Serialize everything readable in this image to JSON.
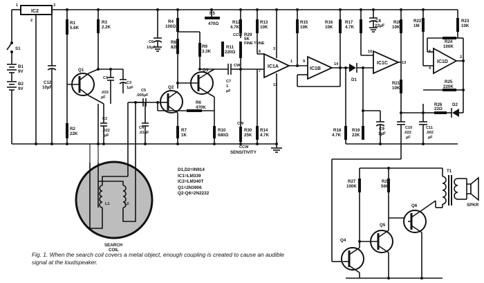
{
  "figure": {
    "caption": "Fig. 1. When the search coil covers a metal object, enough coupling is created to cause an audible signal at the loudspeaker."
  },
  "parts_notes": [
    "D1,D2=IN914",
    "IC1=LM339",
    "IC2=LM340T",
    "Q1=2N3906",
    "Q2-Q6=2N2222"
  ],
  "ics": {
    "ic2": "IC2",
    "ic1a": "IC1A",
    "ic1b": "IC1B",
    "ic1c": "IC1C",
    "ic1d": "IC1D"
  },
  "pins": {
    "ic2_in": "1",
    "ic2_gnd": "2",
    "ic2_out": "3",
    "a_pos": "6",
    "a_neg": "7",
    "a_out": "1",
    "a_vp": "3",
    "a_vm": "12",
    "b_in": "9",
    "b_out": "14",
    "c_in": "10",
    "c_out": "13",
    "d_in": "5",
    "d_in2": "4",
    "d_out": "2"
  },
  "battery": {
    "s1": "S1",
    "b1": "B1",
    "b1v": "9V",
    "b2": "B2",
    "b2v": "9V"
  },
  "resistors": {
    "r1": "R1",
    "r1v": "5.6K",
    "r2": "R2",
    "r2v": "22K",
    "r3": "R3",
    "r3v": "2.2K",
    "r4": "R4",
    "r4v": "100Ω",
    "r5": "R5",
    "r5v": "470Ω",
    "r6": "R6",
    "r6v": "470K",
    "r7": "R7",
    "r7v": "1K",
    "r8": "R8",
    "r8v": "82K",
    "r9": "R9",
    "r9v": "3.3K",
    "r10": "R10",
    "r10v": "680Ω",
    "r11": "R11",
    "r11v": "220Ω",
    "r12": "R12",
    "r12v": "4.7K",
    "r13": "R13",
    "r13v": "10K",
    "r14": "R14",
    "r14v": "4.7K",
    "r15": "R15",
    "r15v": "10K",
    "r16": "R16",
    "r16v": "10K",
    "r17": "R17",
    "r17v": "4.7K",
    "r18": "R18",
    "r18v": "4.7K",
    "r19": "R19",
    "r19v": "22K",
    "r20": "R20",
    "r20v": "10K",
    "r21": "R21",
    "r21v": "10K",
    "r22": "R22",
    "r22v": "1M",
    "r23": "R23",
    "r23v": "10K",
    "r24": "R24",
    "r24v": "100K",
    "r25": "R25",
    "r25v": "220K",
    "r26": "R26",
    "r26v": "22Ω",
    "r27": "R27",
    "r27v": "100K",
    "r28": "R28",
    "r28v": "56K",
    "r29": "R29",
    "r29v": "5K",
    "r29_name": "FINE TUNE",
    "r30": "R30",
    "r30v": "25K",
    "sensitivity": "SENSITIVITY",
    "ccw": "CCW",
    "cw": "CW"
  },
  "capacitors": {
    "c1": "C1",
    "c1v": ".033",
    "c1u": "µF",
    "c2": "C2",
    "c2v": ".022",
    "c2u": "µF",
    "c3": "C3",
    "c3v": "1µF",
    "c4": "C4",
    "c4v": ".01µF",
    "c5": "C5",
    "c5v": ".005µF",
    "c6": "C6",
    "c6v": "10µF",
    "c7": "C7",
    "c7v": "1",
    "c7u": "µF",
    "c8": "C8",
    "c8v": "22µF",
    "c9": "C9",
    "c9v": "1µF",
    "c10": "C10",
    "c10v": ".022",
    "c10u": "µF",
    "c11": "C11",
    "c11v": ".002",
    "c11u": "µF",
    "c12": "C12",
    "c12v": "10µF"
  },
  "semis": {
    "q1": "Q1",
    "q2": "Q2",
    "q3": "Q3",
    "q4": "Q4",
    "q5": "Q5",
    "q6": "Q6",
    "d1": "D1",
    "d2": "D2"
  },
  "output": {
    "t1": "T1",
    "spkr": "SPKR"
  },
  "coil": {
    "label1": "SEARCH",
    "label2": "COIL",
    "l1": "L1",
    "l2": "L2"
  }
}
